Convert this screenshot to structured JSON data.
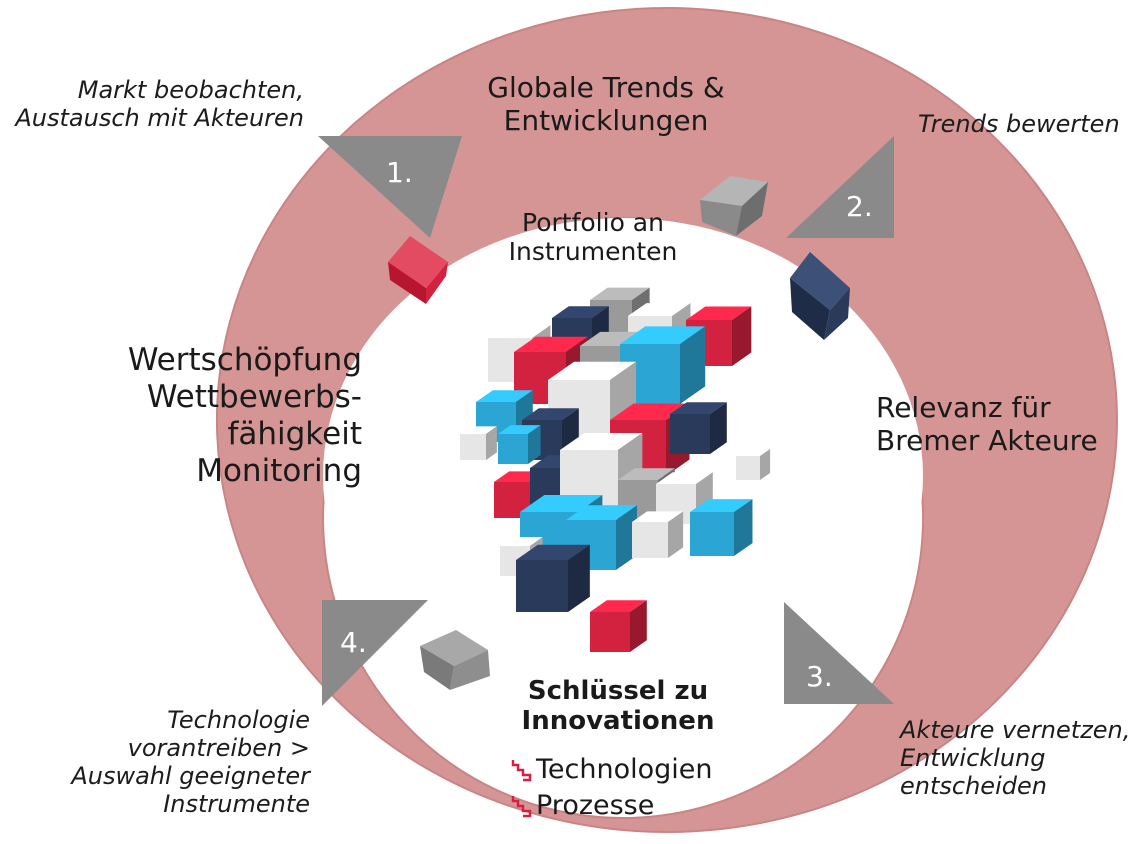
{
  "ring": {
    "top": "Globale Trends &\nEntwicklungen",
    "right": "Relevanz für\nBremer Akteure",
    "left": "Wertschöpfung\nWettbewerbs-\nfähigkeit\nMonitoring",
    "center_top": "Portfolio an\nInstrumenten",
    "bottom_title": "Schlüssel zu\nInnovationen",
    "bottom_items": [
      "Technologien",
      "Prozesse"
    ]
  },
  "steps": [
    {
      "number": "1.",
      "note": "Markt beobachten,\nAustausch mit Akteuren"
    },
    {
      "number": "2.",
      "note": "Trends bewerten"
    },
    {
      "number": "3.",
      "note": "Akteure vernetzen,\nEntwicklung\nentscheiden"
    },
    {
      "number": "4.",
      "note": "Technologie\nvorantreiben >\nAuswahl geeigneter\nInstrumente"
    }
  ],
  "colors": {
    "ring": "#d69595",
    "ring_edge": "#c98484",
    "arrow": "#8a8a8a",
    "cube_red": "#d3223f",
    "cube_navy": "#2a3a5a",
    "cube_blue": "#2ba6d4",
    "cube_gray": "#9a9a9a",
    "cube_white": "#e6e6e6"
  }
}
